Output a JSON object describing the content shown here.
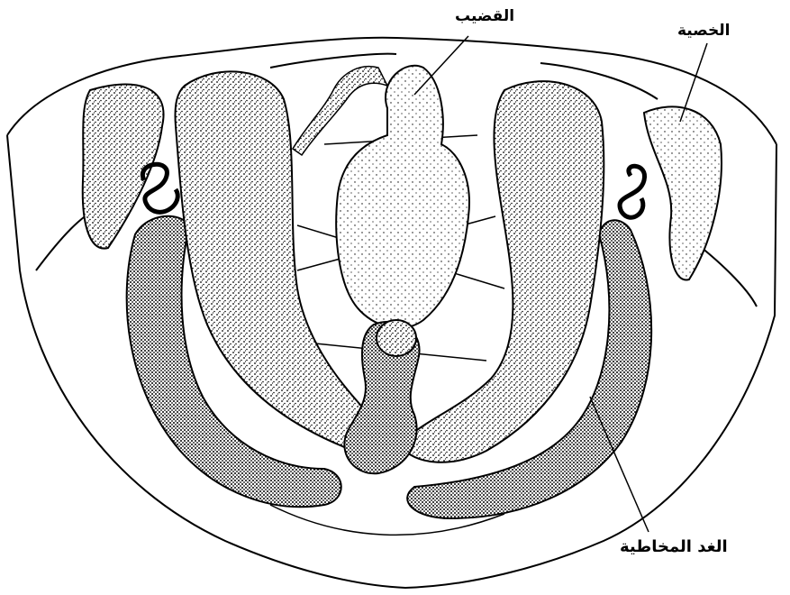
{
  "labels": {
    "penis": "القضيب",
    "testis": "الخصية",
    "mucous_glands": "الغد المخاطية"
  },
  "colors": {
    "ink": "#000000",
    "organ_fill": "#bdbdbd",
    "background": "#ffffff"
  }
}
